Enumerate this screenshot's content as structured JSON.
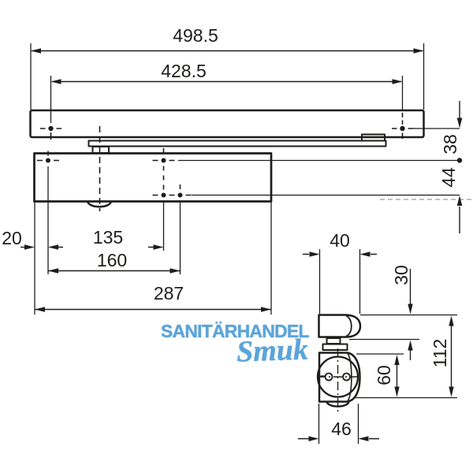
{
  "drawing": {
    "line_color": "#1d1d1b",
    "top_view": {
      "overall_length": "498.5",
      "rail_hole_distance": "428.5",
      "rail_to_body_hole": "38",
      "body_hole_rows": "44",
      "edge_to_first_hole": "20",
      "hole_span_inner": "135",
      "hole_span_outer": "160",
      "body_length": "287"
    },
    "side_view": {
      "rail_depth": "40",
      "rail_to_arm": "30",
      "overall_height": "112",
      "body_height": "60",
      "body_width": "46"
    },
    "watermark": {
      "line1": "SANITÄRHANDEL",
      "line2": "Smuk",
      "color": "#5ba4d9"
    }
  }
}
